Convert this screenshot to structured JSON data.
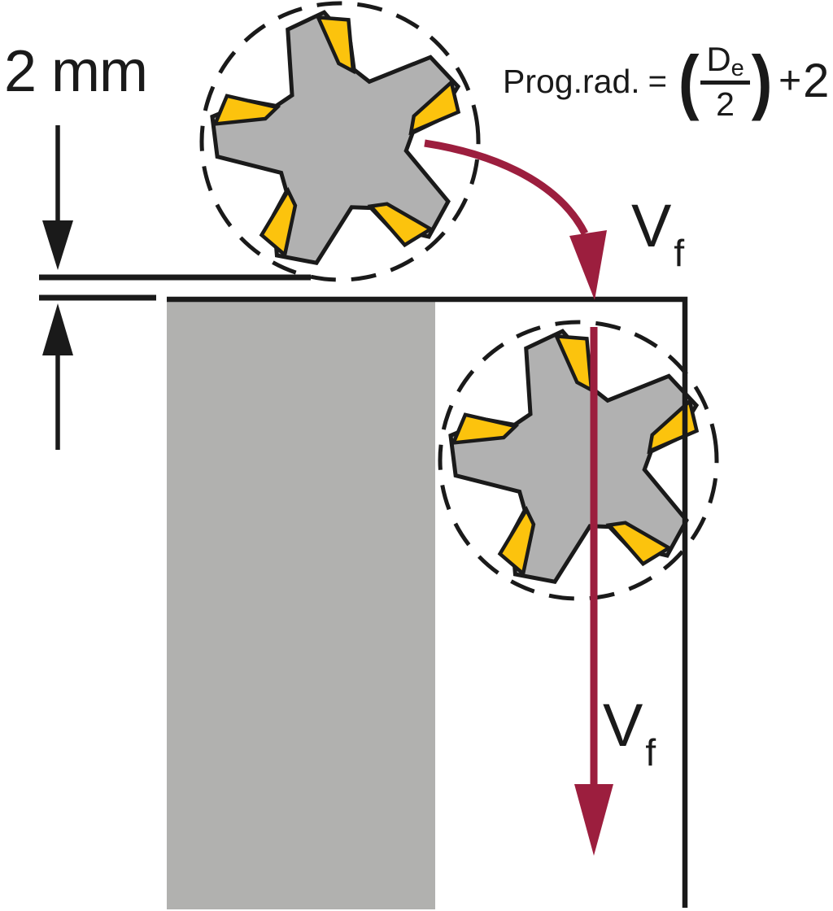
{
  "dimension": {
    "depth_label": "2 mm"
  },
  "formula": {
    "lhs": "Prog.rad.",
    "eq": "=",
    "open": "(",
    "num_base": "D",
    "num_sub": "e",
    "den": "2",
    "close": ")",
    "plus": "+",
    "addend": "2"
  },
  "feed_labels": {
    "upper": {
      "base": "V",
      "sub": "f"
    },
    "lower": {
      "base": "V",
      "sub": "f"
    }
  },
  "colors": {
    "background": "#ffffff",
    "line": "#1a1a1a",
    "cutter_body": "#b1b1b1",
    "insert": "#fcc30d",
    "workpiece": "#b1b1af",
    "arrow": "#9c1e3e"
  }
}
